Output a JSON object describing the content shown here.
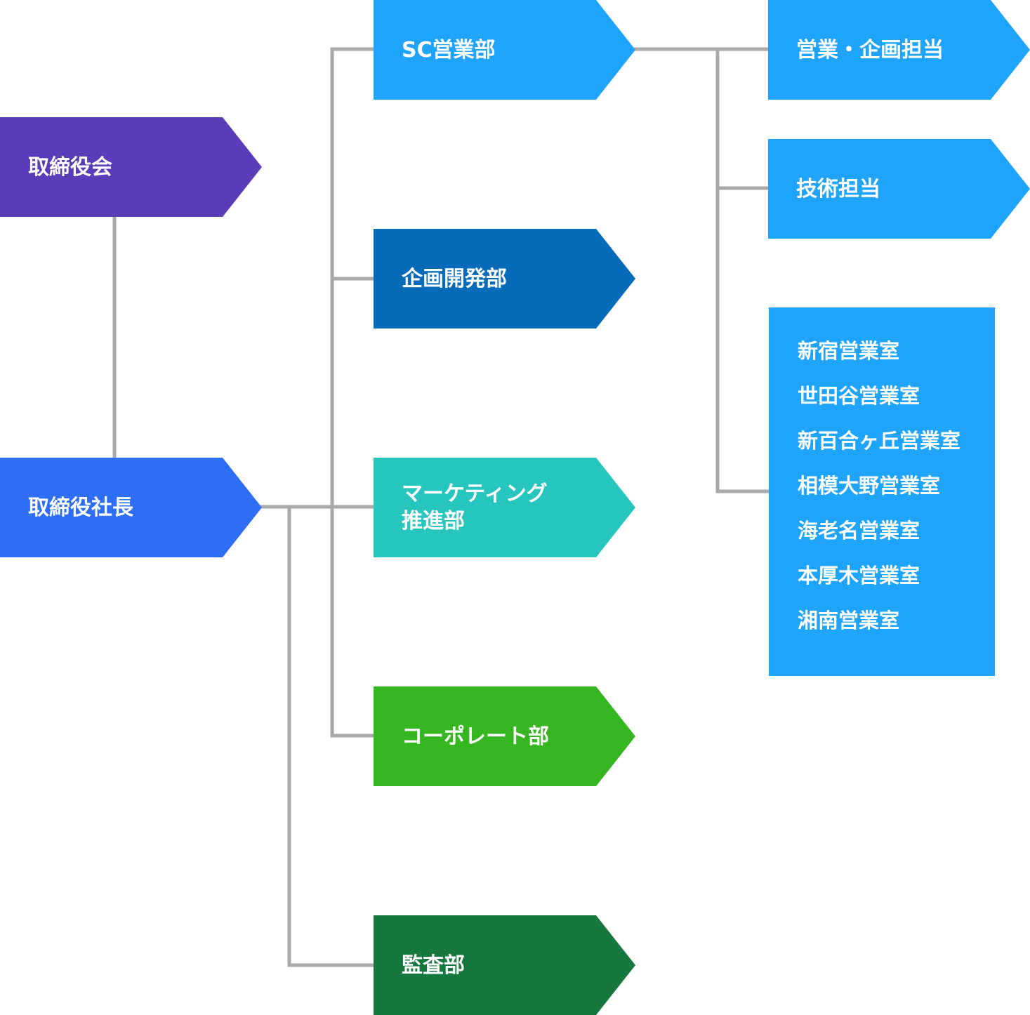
{
  "colors": {
    "connector": "#a9a9a9",
    "board": "#5b3cb8",
    "president": "#2e6ef5",
    "sc_sales": "#1fa4fc",
    "planning_dev": "#066bb8",
    "marketing": "#26c6be",
    "corporate": "#36b621",
    "audit": "#16783c"
  },
  "nodes": {
    "board": "取締役会",
    "president": "取締役社長",
    "sc_sales": "SC営業部",
    "planning_dev": "企画開発部",
    "marketing_line1": "マーケティング",
    "marketing_line2": "推進部",
    "corporate": "コーポレート部",
    "audit": "監査部",
    "sales_planning": "営業・企画担当",
    "technical": "技術担当"
  },
  "sales_offices": [
    "新宿営業室",
    "世田谷営業室",
    "新百合ヶ丘営業室",
    "相模大野営業室",
    "海老名営業室",
    "本厚木営業室",
    "湘南営業室"
  ]
}
